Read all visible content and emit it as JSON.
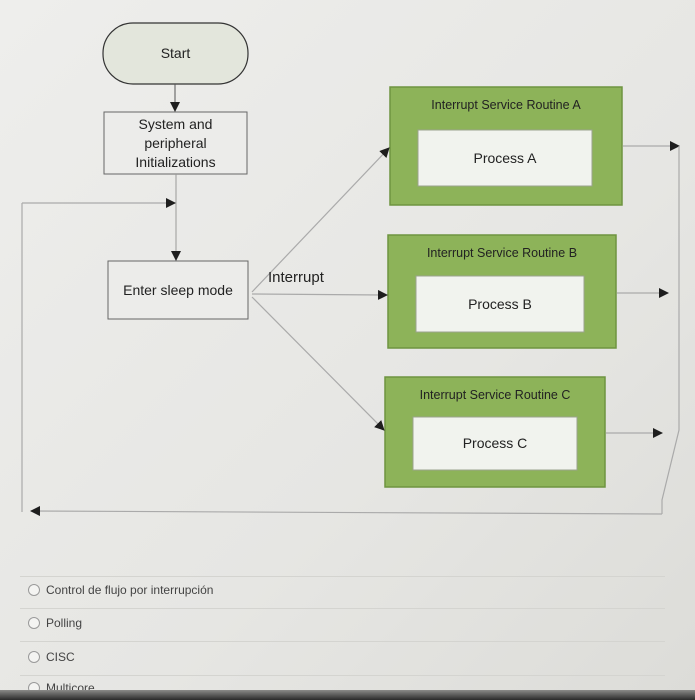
{
  "diagram": {
    "start": "Start",
    "init": [
      "System and",
      "peripheral",
      "Initializations"
    ],
    "sleep": "Enter sleep mode",
    "interrupt_label": "Interrupt",
    "isrs": [
      {
        "title": "Interrupt Service Routine A",
        "process": "Process A"
      },
      {
        "title": "Interrupt Service Routine B",
        "process": "Process B"
      },
      {
        "title": "Interrupt Service Routine C",
        "process": "Process C"
      }
    ],
    "colors": {
      "isr_fill": "#8db359",
      "isr_border": "#6e9440",
      "process_fill": "#f1f3ee",
      "start_fill": "#e3e6dc"
    }
  },
  "options": [
    {
      "label": "Control de flujo por interrupción"
    },
    {
      "label": "Polling"
    },
    {
      "label": "CISC"
    },
    {
      "label": "Multicore"
    }
  ]
}
